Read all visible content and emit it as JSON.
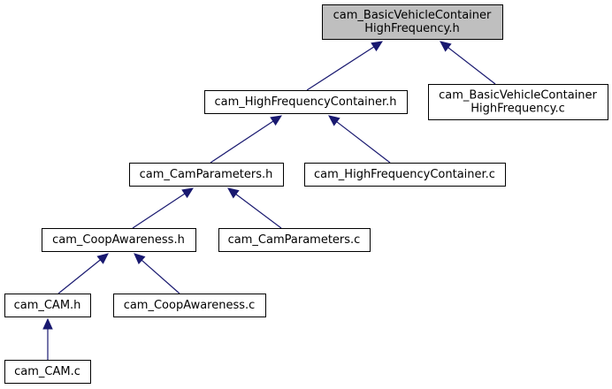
{
  "colors": {
    "edge": "#191970",
    "border": "#000000",
    "node_fill": "#ffffff",
    "root_fill": "#bfbfbf"
  },
  "nodes": [
    {
      "id": "bvc_h",
      "lines": [
        "cam_BasicVehicleContainer",
        "HighFrequency.h"
      ],
      "root": true
    },
    {
      "id": "hfc_h",
      "lines": [
        "cam_HighFrequencyContainer.h"
      ]
    },
    {
      "id": "bvc_c",
      "lines": [
        "cam_BasicVehicleContainer",
        "HighFrequency.c"
      ]
    },
    {
      "id": "cp_h",
      "lines": [
        "cam_CamParameters.h"
      ]
    },
    {
      "id": "hfc_c",
      "lines": [
        "cam_HighFrequencyContainer.c"
      ]
    },
    {
      "id": "coop_h",
      "lines": [
        "cam_CoopAwareness.h"
      ]
    },
    {
      "id": "cp_c",
      "lines": [
        "cam_CamParameters.c"
      ]
    },
    {
      "id": "cam_h",
      "lines": [
        "cam_CAM.h"
      ]
    },
    {
      "id": "coop_c",
      "lines": [
        "cam_CoopAwareness.c"
      ]
    },
    {
      "id": "cam_c",
      "lines": [
        "cam_CAM.c"
      ]
    }
  ],
  "edges": [
    {
      "from": "hfc_h",
      "to": "bvc_h"
    },
    {
      "from": "bvc_c",
      "to": "bvc_h"
    },
    {
      "from": "cp_h",
      "to": "hfc_h"
    },
    {
      "from": "hfc_c",
      "to": "hfc_h"
    },
    {
      "from": "coop_h",
      "to": "cp_h"
    },
    {
      "from": "cp_c",
      "to": "cp_h"
    },
    {
      "from": "cam_h",
      "to": "coop_h"
    },
    {
      "from": "coop_c",
      "to": "coop_h"
    },
    {
      "from": "cam_c",
      "to": "cam_h"
    }
  ]
}
